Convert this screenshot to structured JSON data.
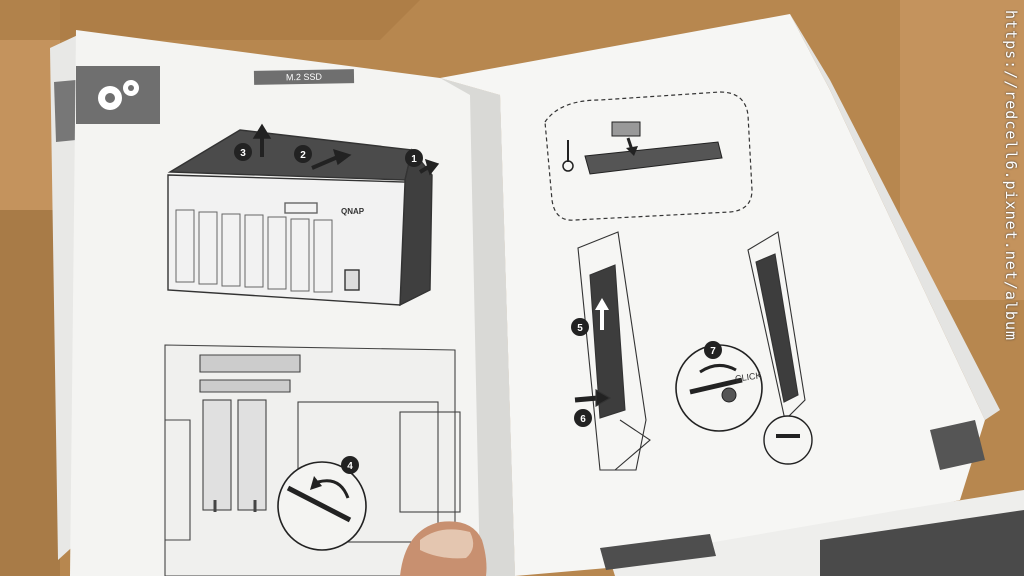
{
  "manual": {
    "section_tab": "M.2 SSD",
    "brand": "QNAP",
    "click_text": "CLICK",
    "steps": [
      "1",
      "2",
      "3",
      "4",
      "5",
      "6",
      "7"
    ]
  },
  "watermark": "https://redcell6.pixnet.net/album",
  "colors": {
    "cardboard": "#b98a55",
    "paper": "#f4f4f2",
    "tab": "#6f6f6f",
    "line": "#3a3a3a"
  },
  "icons": [
    "gear-icon"
  ]
}
